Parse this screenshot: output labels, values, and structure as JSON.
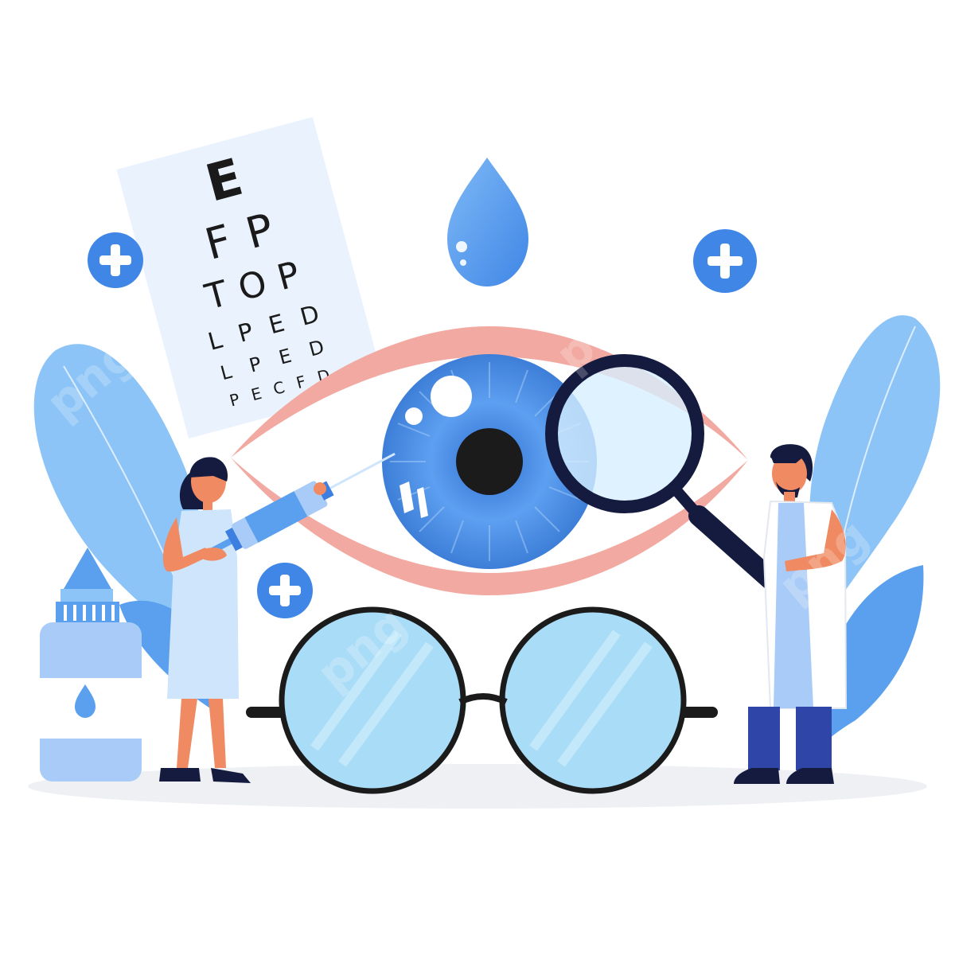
{
  "eye_chart": {
    "rows": [
      [
        "E"
      ],
      [
        "F",
        "P"
      ],
      [
        "T",
        "O",
        "P"
      ],
      [
        "L",
        "P",
        "E",
        "D"
      ],
      [
        "L",
        "P",
        "E",
        "D"
      ],
      [
        "P",
        "E",
        "C",
        "F",
        "D"
      ]
    ]
  },
  "watermark": "png",
  "colors": {
    "blue_light": "#8cc4f7",
    "blue_mid": "#5aa0ee",
    "blue_dark": "#3d7fe0",
    "pink": "#f2a9a1",
    "navy": "#151b3f",
    "lens": "#a9dcf7",
    "skin": "#f08a62",
    "ground": "#eef0f3"
  },
  "icons": [
    "plus-circle-icon",
    "water-drop-icon",
    "eye-icon",
    "magnifier-icon",
    "glasses-icon",
    "syringe-icon",
    "eye-drops-bottle-icon",
    "leaf-icon"
  ]
}
